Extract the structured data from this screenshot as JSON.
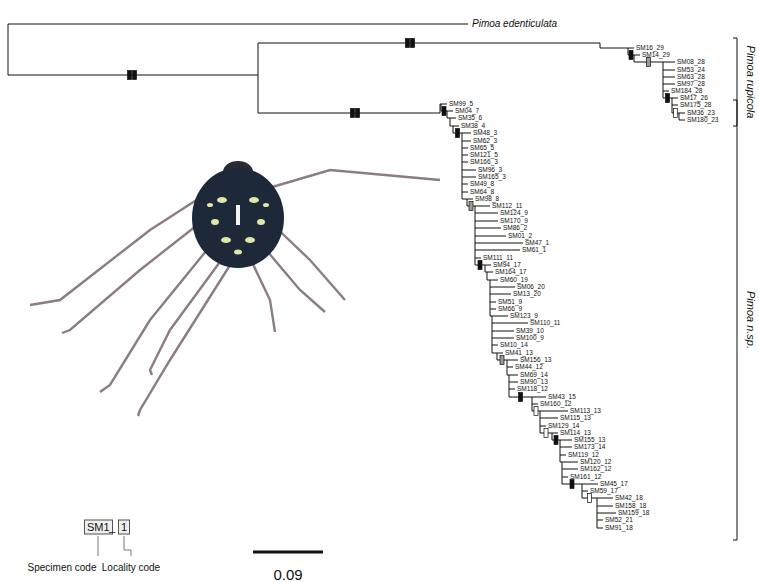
{
  "diagram": {
    "labels": [
      "Pimoa edenticulata",
      "Pimoa rupicola",
      "Pimoa n.sp.",
      "SM16_29",
      "SM14_29",
      "SM08_28",
      "SM53_24",
      "SM63_28",
      "SM97_28",
      "SM184_28",
      "SM17_26",
      "SM175_28",
      "SM36_23",
      "SM180_23",
      "SM99_5",
      "SM04_7",
      "SM35_6",
      "SM38_4",
      "SM48_3",
      "SM62_3",
      "SM65_5",
      "SM121_5",
      "SM166_3",
      "SM96_3",
      "SM165_3",
      "SM49_8",
      "SM64_8",
      "SM98_8",
      "SM112_11",
      "SM124_9",
      "SM170_9",
      "SM86_2",
      "SM01_2",
      "SM47_1",
      "SM61_1",
      "SM111_11",
      "SM94_17",
      "SM164_17",
      "SM60_19",
      "SM06_20",
      "SM13_20",
      "SM51_9",
      "SM66_9",
      "SM123_9",
      "SM110_11",
      "SM39_10",
      "SM100_9",
      "SM10_14",
      "SM41_13",
      "SM156_13",
      "SM44_12",
      "SM69_14",
      "SM90_13",
      "SM118_12",
      "SM43_15",
      "SM160_12",
      "SM113_13",
      "SM115_13",
      "SM129_14",
      "SM114_13",
      "SM155_13",
      "SM173_14",
      "SM119_12",
      "SM120_12",
      "SM162_12",
      "SM161_12",
      "SM45_17",
      "SM59_17",
      "SM42_18",
      "SM158_18",
      "SM159_18",
      "SM52_21",
      "SM91_18",
      "SM1",
      "_",
      "1",
      "Specimen code",
      "Locality code",
      "0.09"
    ]
  }
}
